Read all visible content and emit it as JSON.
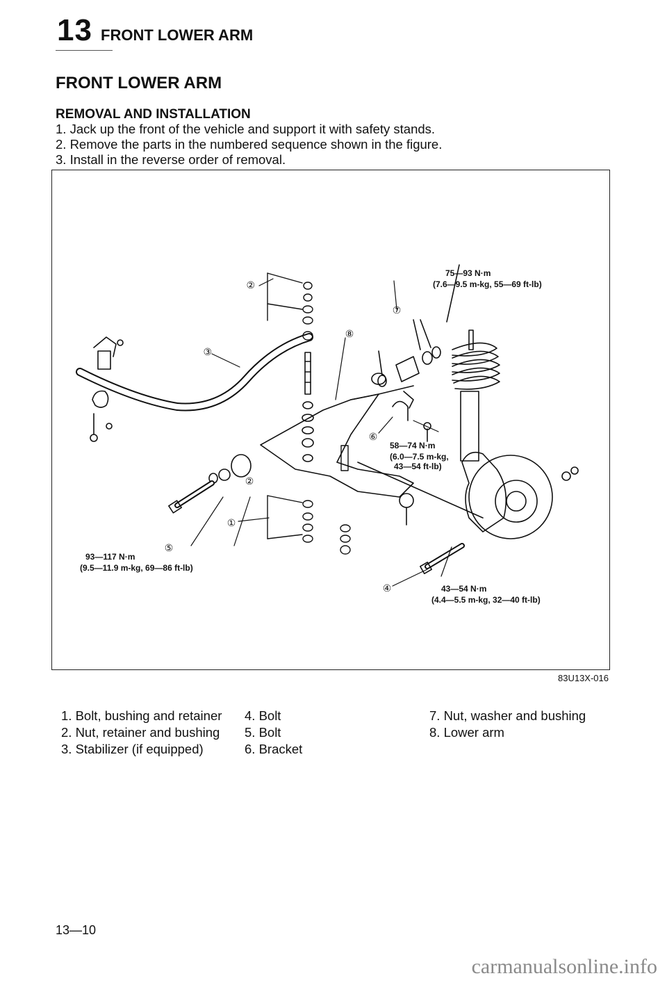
{
  "header": {
    "section_number": "13",
    "section_title": "FRONT LOWER ARM"
  },
  "page_title": "FRONT LOWER ARM",
  "section_heading": "REMOVAL AND INSTALLATION",
  "steps": [
    "1. Jack up the front of the vehicle and support it with safety stands.",
    "2. Remove the parts in the numbered sequence shown in the figure.",
    "3. Install in the reverse order of removal."
  ],
  "figure": {
    "code": "83U13X-016",
    "callouts": [
      "①",
      "②",
      "②",
      "③",
      "④",
      "⑤",
      "⑥",
      "⑦",
      "⑧"
    ],
    "torques": {
      "t1_line1": "75—93 N·m",
      "t1_line2": "(7.6—9.5 m-kg, 55—69 ft-lb)",
      "t2_line1": "58—74 N·m",
      "t2_line2": "(6.0—7.5 m-kg,",
      "t2_line3": "43—54 ft-lb)",
      "t3_line1": "93—117 N·m",
      "t3_line2": "(9.5—11.9 m-kg, 69—86 ft-lb)",
      "t4_line1": "43—54 N·m",
      "t4_line2": "(4.4—5.5 m-kg, 32—40 ft-lb)"
    }
  },
  "legend": {
    "col1": [
      "1. Bolt, bushing and retainer",
      "2. Nut, retainer and bushing",
      "3. Stabilizer (if equipped)"
    ],
    "col2": [
      "4. Bolt",
      "5. Bolt",
      "6. Bracket"
    ],
    "col3": [
      "7. Nut, washer and bushing",
      "8. Lower arm"
    ]
  },
  "page_number": "13—10",
  "watermark": "carmanualsonline.info"
}
